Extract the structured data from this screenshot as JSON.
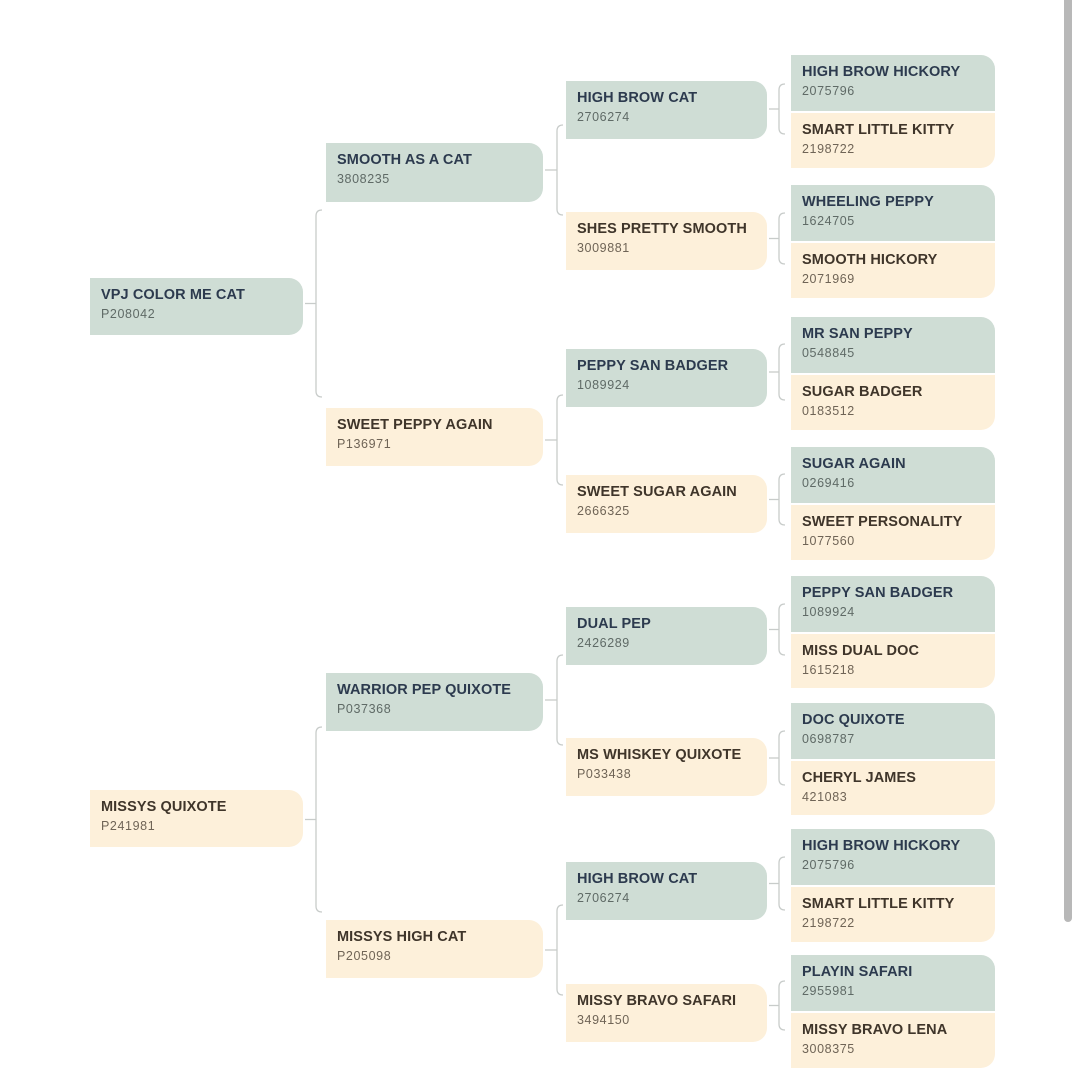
{
  "gen0": [
    {
      "name": "VPJ COLOR ME CAT",
      "reg": "P208042",
      "sex": "male"
    },
    {
      "name": "MISSYS QUIXOTE",
      "reg": "P241981",
      "sex": "female"
    }
  ],
  "gen1": [
    {
      "name": "SMOOTH AS A CAT",
      "reg": "3808235",
      "sex": "male"
    },
    {
      "name": "SWEET PEPPY AGAIN",
      "reg": "P136971",
      "sex": "female"
    },
    {
      "name": "WARRIOR PEP QUIXOTE",
      "reg": "P037368",
      "sex": "male"
    },
    {
      "name": "MISSYS HIGH CAT",
      "reg": "P205098",
      "sex": "female"
    }
  ],
  "gen2": [
    {
      "name": "HIGH BROW CAT",
      "reg": "2706274",
      "sex": "male"
    },
    {
      "name": "SHES PRETTY SMOOTH",
      "reg": "3009881",
      "sex": "female"
    },
    {
      "name": "PEPPY SAN BADGER",
      "reg": "1089924",
      "sex": "male"
    },
    {
      "name": "SWEET SUGAR AGAIN",
      "reg": "2666325",
      "sex": "female"
    },
    {
      "name": "DUAL PEP",
      "reg": "2426289",
      "sex": "male"
    },
    {
      "name": "MS WHISKEY QUIXOTE",
      "reg": "P033438",
      "sex": "female"
    },
    {
      "name": "HIGH BROW CAT",
      "reg": "2706274",
      "sex": "male"
    },
    {
      "name": "MISSY BRAVO SAFARI",
      "reg": "3494150",
      "sex": "female"
    }
  ],
  "gen3": [
    {
      "name": "HIGH BROW HICKORY",
      "reg": "2075796",
      "sex": "male"
    },
    {
      "name": "SMART LITTLE KITTY",
      "reg": "2198722",
      "sex": "female"
    },
    {
      "name": "WHEELING PEPPY",
      "reg": "1624705",
      "sex": "male"
    },
    {
      "name": "SMOOTH HICKORY",
      "reg": "2071969",
      "sex": "female"
    },
    {
      "name": "MR SAN PEPPY",
      "reg": "0548845",
      "sex": "male"
    },
    {
      "name": "SUGAR BADGER",
      "reg": "0183512",
      "sex": "female"
    },
    {
      "name": "SUGAR AGAIN",
      "reg": "0269416",
      "sex": "male"
    },
    {
      "name": "SWEET PERSONALITY",
      "reg": "1077560",
      "sex": "female"
    },
    {
      "name": "PEPPY SAN BADGER",
      "reg": "1089924",
      "sex": "male"
    },
    {
      "name": "MISS DUAL DOC",
      "reg": "1615218",
      "sex": "female"
    },
    {
      "name": "DOC QUIXOTE",
      "reg": "0698787",
      "sex": "male"
    },
    {
      "name": "CHERYL JAMES",
      "reg": "421083",
      "sex": "female"
    },
    {
      "name": "HIGH BROW HICKORY",
      "reg": "2075796",
      "sex": "male"
    },
    {
      "name": "SMART LITTLE KITTY",
      "reg": "2198722",
      "sex": "female"
    },
    {
      "name": "PLAYIN SAFARI",
      "reg": "2955981",
      "sex": "male"
    },
    {
      "name": "MISSY BRAVO LENA",
      "reg": "3008375",
      "sex": "female"
    }
  ],
  "colors": {
    "male_box": "#cfddd5",
    "female_box": "#fdf0da",
    "connector": "#c8ccca"
  }
}
